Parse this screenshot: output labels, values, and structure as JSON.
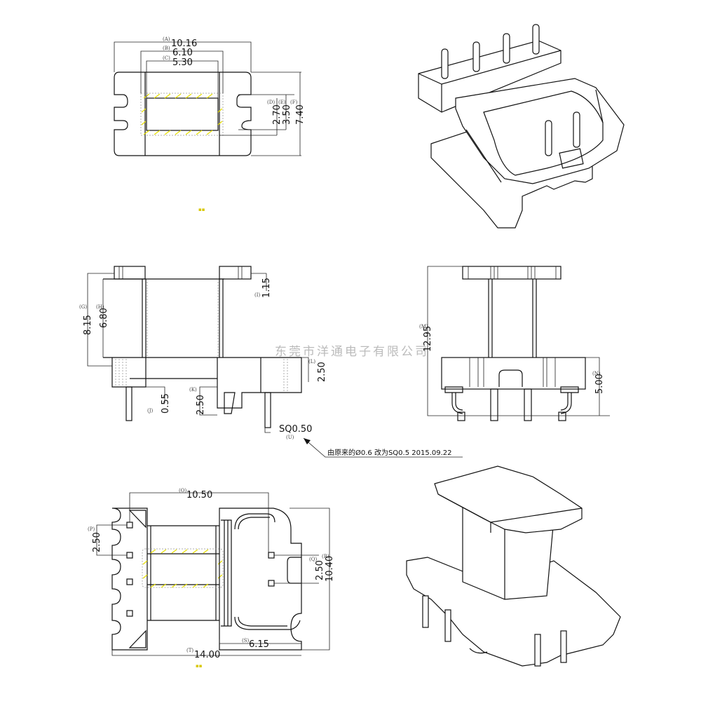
{
  "top_view": {
    "dims": [
      {
        "tag": "(A)",
        "value": "10.16"
      },
      {
        "tag": "(B)",
        "value": "6.10"
      },
      {
        "tag": "(C)",
        "value": "5.30"
      },
      {
        "tag": "(D)",
        "value": "2.70"
      },
      {
        "tag": "(E)",
        "value": "3.50"
      },
      {
        "tag": "(F)",
        "value": "7.40"
      }
    ]
  },
  "side_view": {
    "dims": [
      {
        "tag": "(G)",
        "value": "8.15"
      },
      {
        "tag": "(H)",
        "value": "6.80"
      },
      {
        "tag": "(I)",
        "value": "1.15"
      },
      {
        "tag": "(J)",
        "value": "0.55"
      },
      {
        "tag": "(K)",
        "value": "2.50"
      },
      {
        "tag": "(L)",
        "value": "2.50"
      },
      {
        "tag": "(U)",
        "value": "SQ0.50"
      }
    ]
  },
  "front_view": {
    "dims": [
      {
        "tag": "(M)",
        "value": "12.95"
      },
      {
        "tag": "(N)",
        "value": "5.00"
      }
    ]
  },
  "bottom_view": {
    "dims": [
      {
        "tag": "(O)",
        "value": "10.50"
      },
      {
        "tag": "(P)",
        "value": "2.50"
      },
      {
        "tag": "(Q)",
        "value": "2.50"
      },
      {
        "tag": "(R)",
        "value": "10.40"
      },
      {
        "tag": "(S)",
        "value": "6.15"
      },
      {
        "tag": "(T)",
        "value": "14.00"
      }
    ]
  },
  "watermark": "东莞市洋通电子有限公司",
  "revision_note": "由原来的Ø0.6 改为SQ0.5  2015.09.22",
  "colors": {
    "line": "#111111",
    "hatch": "#e8e000",
    "watermark": "#bbbbbb"
  }
}
